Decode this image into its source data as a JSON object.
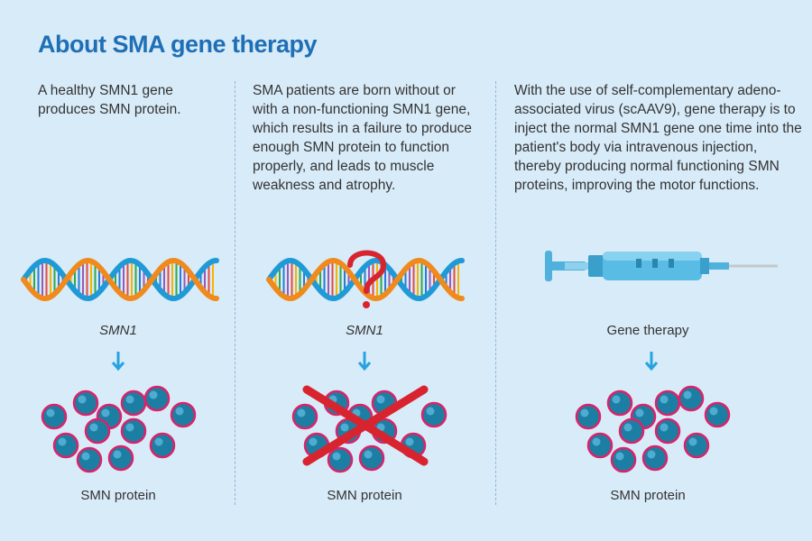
{
  "title": "About SMA gene therapy",
  "columns": [
    {
      "text": "A healthy SMN1 gene produces SMN protein.",
      "gene_label": "SMN1",
      "protein_label": "SMN protein"
    },
    {
      "text": "SMA patients are born without or with a non-functioning SMN1 gene, which results in a failure to produce enough SMN protein to function properly, and leads to muscle weakness and atrophy.",
      "gene_label": "SMN1",
      "protein_label": "SMN protein"
    },
    {
      "text": "With the use of self-complementary adeno-associated virus (scAAV9), gene therapy is to inject the normal SMN1 gene one time into the patient's body via intravenous injection, thereby producing normal functioning SMN proteins, improving the motor functions.",
      "therapy_label": "Gene therapy",
      "protein_label": "SMN protein"
    }
  ],
  "colors": {
    "background": "#d8ebf8",
    "title": "#1e6fb6",
    "arrow": "#27a3e0",
    "protein": "#1d7ea3",
    "protein_outline": "#d8246a",
    "cross": "#d8242f",
    "syringe": "#4fb1dc"
  }
}
